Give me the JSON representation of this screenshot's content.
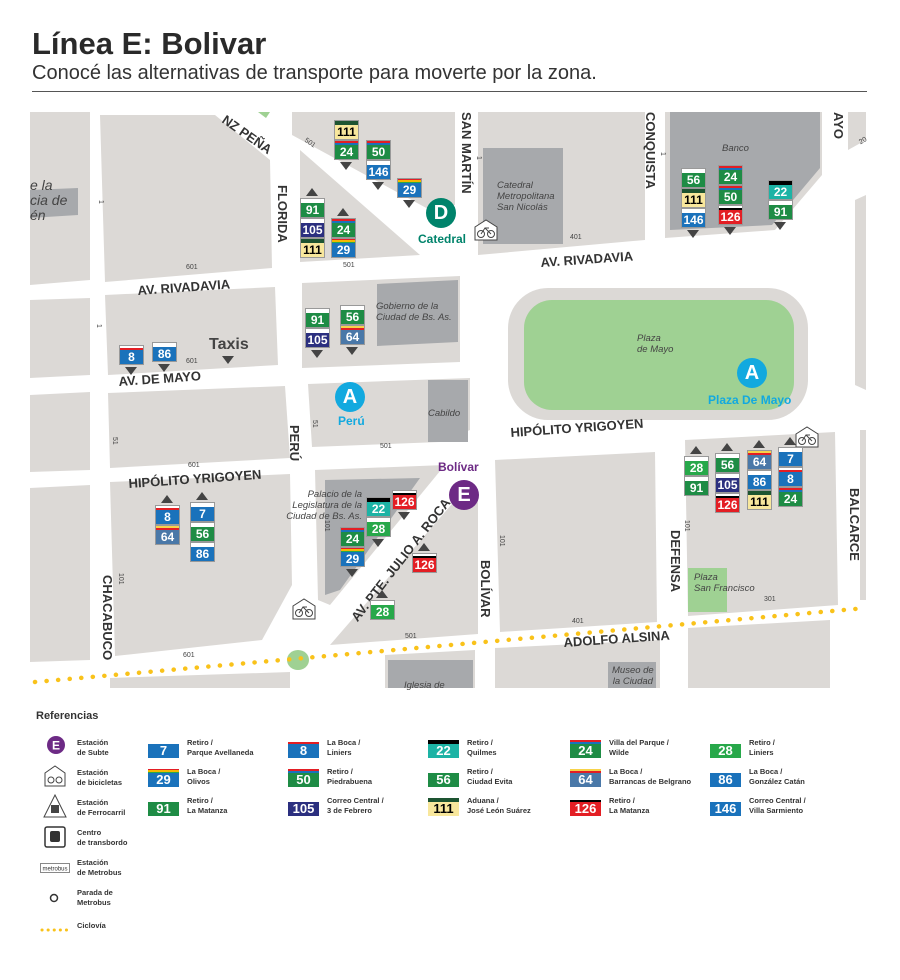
{
  "header": {
    "title": "Línea E: Bolivar",
    "subtitle": "Conocé las alternativas de transporte para moverte por la zona."
  },
  "colors": {
    "block": "#dcd9d6",
    "building": "#a7a9ac",
    "park": "#9fd193",
    "road": "#ffffff",
    "cycle": "#f9c21a",
    "lineE": "#6d2a85",
    "lineD": "#00836b",
    "lineA": "#12a9df"
  },
  "routes": {
    "7": {
      "dest": "Retiro / Parque Avellaneda",
      "bg": "#1a72bb",
      "fg": "#fff",
      "stripe": [
        "#ffffff"
      ]
    },
    "8": {
      "dest": "La Boca / Liniers",
      "bg": "#1a72bb",
      "fg": "#fff",
      "stripe": [
        "#ffffff",
        "#e31e24"
      ]
    },
    "22": {
      "dest": "Retiro / Quilmes",
      "bg": "#1db3a5",
      "fg": "#fff",
      "stripe": [
        "#000000"
      ]
    },
    "24": {
      "dest": "Villa del Parque / Wilde",
      "bg": "#1e8c45",
      "fg": "#fff",
      "stripe": [
        "#e31e24",
        "#1a72bb"
      ]
    },
    "28": {
      "dest": "Retiro / Liniers",
      "bg": "#27a84a",
      "fg": "#fff",
      "stripe": [
        "#ffffff"
      ]
    },
    "29": {
      "dest": "La Boca / Olivos",
      "bg": "#1a72bb",
      "fg": "#fff",
      "stripe": [
        "#e31e24",
        "#f4b800",
        "#2aa84a"
      ]
    },
    "50": {
      "dest": "Retiro / Piedrabuena",
      "bg": "#1e8c45",
      "fg": "#fff",
      "stripe": [
        "#e31e24",
        "#1a72bb"
      ]
    },
    "56": {
      "dest": "Retiro / Ciudad Evita",
      "bg": "#1e8c45",
      "fg": "#fff",
      "stripe": [
        "#ffffff"
      ]
    },
    "64": {
      "dest": "La Boca / Barrancas de Belgrano",
      "bg": "#4a78a8",
      "fg": "#fff",
      "stripe": [
        "#f7d34a",
        "#e31e24"
      ]
    },
    "86": {
      "dest": "La Boca / González Catán",
      "bg": "#1a72bb",
      "fg": "#fff",
      "stripe": [
        "#ffffff"
      ]
    },
    "91": {
      "dest": "Retiro / La Matanza",
      "bg": "#1e8c45",
      "fg": "#fff",
      "stripe": [
        "#ffffff"
      ]
    },
    "105": {
      "dest": "Correo Central / 3 de Febrero",
      "bg": "#2b2f7f",
      "fg": "#fff",
      "stripe": [
        "#ffffff"
      ]
    },
    "111": {
      "dest": "Aduana / José León Suárez",
      "bg": "#f8e79c",
      "fg": "#000",
      "stripe": [
        "#1d5431"
      ]
    },
    "126": {
      "dest": "Retiro / La Matanza",
      "bg": "#e31e24",
      "fg": "#fff",
      "stripe": [
        "#ffffff",
        "#000000"
      ]
    },
    "146": {
      "dest": "Correo Central / Villa Sarmiento",
      "bg": "#1a72bb",
      "fg": "#fff",
      "stripe": [
        "#ffffff"
      ]
    }
  },
  "map": {
    "streets": {
      "rivadavia_w": "AV. RIVADAVIA",
      "rivadavia_e": "AV. RIVADAVIA",
      "de_mayo": "AV. DE MAYO",
      "yrigoyen_w": "HIPÓLITO YRIGOYEN",
      "yrigoyen_e": "HIPÓLITO YRIGOYEN",
      "alsina": "ADOLFO ALSINA",
      "florida": "FLORIDA",
      "peru": "PERÚ",
      "san_martin": "SAN MARTÍN",
      "conquista": "CONQUISTA",
      "mayo": "AYO",
      "chacabuco": "CHACABUCO",
      "bolivar": "BOLÍVAR",
      "defensa": "DEFENSA",
      "balcarce": "BALCARCE",
      "roca": "AV. PTE. JULIO A. ROCA",
      "saenz_pena": "NZ PEÑA"
    },
    "buildings": {
      "legislatura_left": "e la\ncia de\nén",
      "catedral": "Catedral\nMetropolitana\nSan Nicolás",
      "banco": "Banco",
      "gobierno": "Gobierno de la\nCiudad de Bs. As.",
      "cabildo": "Cabildo",
      "plaza_mayo": "Plaza\nde Mayo",
      "palacio": "Palacio de la\nLegislatura de la\nCiudad de Bs. As.",
      "plaza_sf": "Plaza\nSan Francisco",
      "museo": "Museo de\nla Ciudad",
      "iglesia": "Iglesia de"
    },
    "numbers": {
      "n1": "501",
      "n2": "501",
      "n3": "601",
      "n4": "601",
      "n5": "401",
      "n6": "20",
      "n7": "501",
      "n8": "601",
      "n9": "51",
      "n10": "51",
      "n11": "101",
      "n12": "101",
      "n13": "101",
      "n14": "101",
      "n15": "301",
      "n16": "401",
      "n17": "501",
      "n18": "601",
      "n19": "1",
      "n20": "1",
      "n21": "1",
      "n22": "1"
    },
    "stations": {
      "catedral": {
        "letter": "D",
        "name": "Catedral"
      },
      "peru": {
        "letter": "A",
        "name": "Perú"
      },
      "plaza_mayo": {
        "letter": "A",
        "name": "Plaza De Mayo"
      },
      "bolivar": {
        "letter": "E",
        "name": "Bolívar"
      }
    },
    "taxis": "Taxis",
    "bus_stops": [
      {
        "routes": [
          "111",
          "24"
        ],
        "dir": "down"
      },
      {
        "routes": [
          "50",
          "146"
        ],
        "dir": "down"
      },
      {
        "routes": [
          "29"
        ],
        "dir": "down"
      },
      {
        "routes": [
          "91",
          "105",
          "111"
        ],
        "dir": "up"
      },
      {
        "routes": [
          "24",
          "29"
        ],
        "dir": "up"
      },
      {
        "routes": [
          "91",
          "105"
        ],
        "dir": "down"
      },
      {
        "routes": [
          "56",
          "64"
        ],
        "dir": "down"
      },
      {
        "routes": [
          "8"
        ],
        "dir": "down"
      },
      {
        "routes": [
          "86"
        ],
        "dir": "down"
      },
      {
        "routes": [
          "56",
          "111",
          "146"
        ],
        "dir": "down"
      },
      {
        "routes": [
          "24",
          "50",
          "126"
        ],
        "dir": "down"
      },
      {
        "routes": [
          "22",
          "91"
        ],
        "dir": "down"
      },
      {
        "routes": [
          "28",
          "91"
        ],
        "dir": "up"
      },
      {
        "routes": [
          "56",
          "105",
          "126"
        ],
        "dir": "up"
      },
      {
        "routes": [
          "64",
          "86",
          "111"
        ],
        "dir": "up"
      },
      {
        "routes": [
          "7",
          "8",
          "24"
        ],
        "dir": "up"
      },
      {
        "routes": [
          "8",
          "64"
        ],
        "dir": "up"
      },
      {
        "routes": [
          "7",
          "56",
          "86"
        ],
        "dir": "up"
      },
      {
        "routes": [
          "22",
          "28"
        ],
        "dir": "down"
      },
      {
        "routes": [
          "24",
          "29"
        ],
        "dir": "down"
      },
      {
        "routes": [
          "126"
        ],
        "dir": "down"
      },
      {
        "routes": [
          "126"
        ],
        "dir": "up"
      },
      {
        "routes": [
          "28"
        ],
        "dir": "up"
      }
    ]
  },
  "legend": {
    "title": "Referencias",
    "symbols": [
      {
        "label": "Estación\nde Subte",
        "icon": "subte-e-icon",
        "letter": "E"
      },
      {
        "label": "Estación\nde bicicletas",
        "icon": "bike-station-icon"
      },
      {
        "label": "Estación\nde Ferrocarril",
        "icon": "train-station-icon"
      },
      {
        "label": "Centro\nde transbordo",
        "icon": "bus-transfer-icon"
      },
      {
        "label": "Estación\nde Metrobus",
        "icon": "metrobus-icon",
        "text": "metrobus"
      },
      {
        "label": "Parada de\nMetrobus",
        "icon": "metrobus-stop-icon"
      },
      {
        "label": "Ciclovía",
        "icon": "bike-lane-icon"
      }
    ],
    "route_order": [
      "7",
      "29",
      "91",
      "8",
      "50",
      "105",
      "22",
      "56",
      "111",
      "24",
      "64",
      "126",
      "28",
      "86",
      "146"
    ]
  }
}
